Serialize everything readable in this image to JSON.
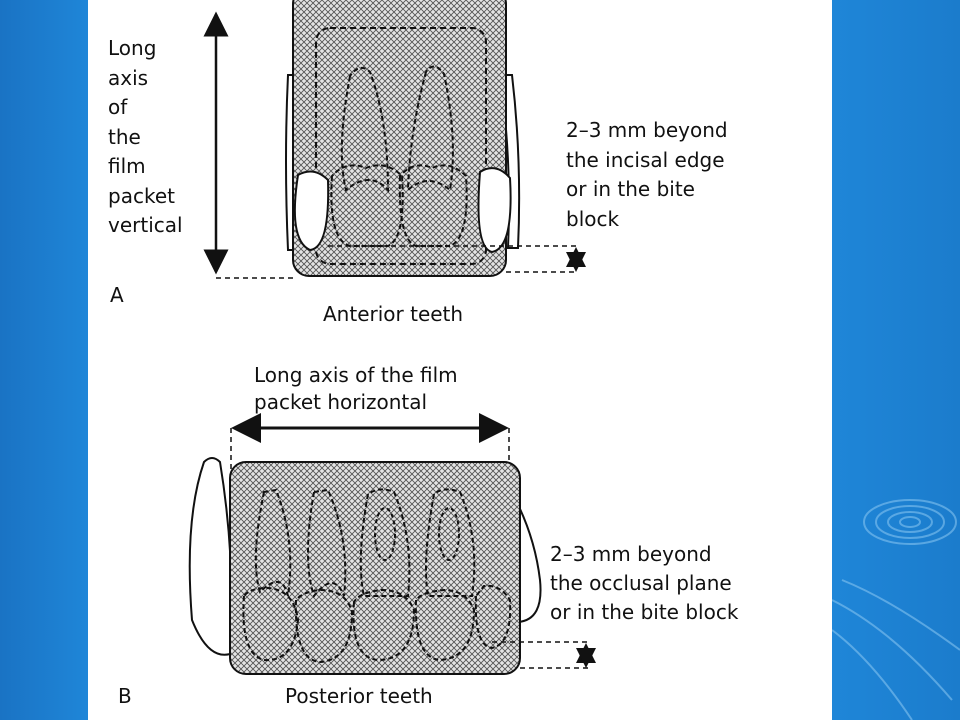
{
  "panel_a": {
    "axis_label": [
      "Long",
      "axis",
      "of",
      "the",
      "film",
      "packet",
      "vertical"
    ],
    "note": [
      "2–3 mm beyond",
      "the incisal edge",
      "or in the bite",
      "block"
    ],
    "letter": "A",
    "caption": "Anterior teeth"
  },
  "panel_b": {
    "axis_label": [
      "Long axis of the film",
      "packet horizontal"
    ],
    "note": [
      "2–3 mm beyond",
      "the occlusal plane",
      "or in the bite block"
    ],
    "letter": "B",
    "caption": "Posterior teeth"
  },
  "colors": {
    "background": "#1c7fd0",
    "page": "#ffffff",
    "ink": "#111111",
    "film_fill": "#cfcfcf"
  }
}
